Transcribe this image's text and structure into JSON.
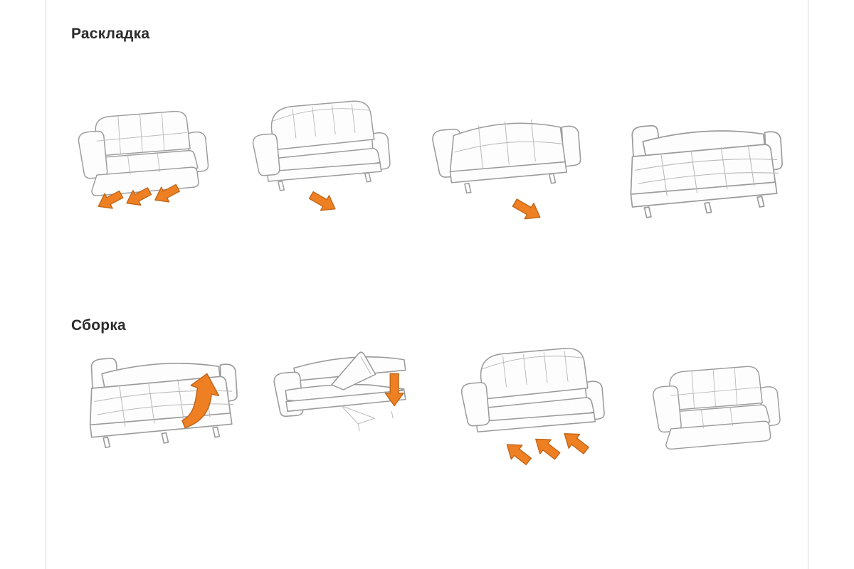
{
  "document": {
    "background": "#ffffff",
    "type": "sofa-bed-instruction-sheet"
  },
  "sections": [
    {
      "id": "unfold",
      "title": "Раскладка",
      "steps": [
        {
          "name": "pull-seat-base-out",
          "illustration": "closed-sofa-three-arrows-out"
        },
        {
          "name": "seat-base-extended",
          "illustration": "sofa-seat-pulled-forward-arrow-down-right"
        },
        {
          "name": "unfold-mattress",
          "illustration": "sofa-half-unfolded-arrow-down-right"
        },
        {
          "name": "bed-ready",
          "illustration": "flat-bed"
        }
      ]
    },
    {
      "id": "fold",
      "title": "Сборка",
      "steps": [
        {
          "name": "lift-mattress-edge",
          "illustration": "flat-bed-curved-arrow-up"
        },
        {
          "name": "fold-section-down",
          "illustration": "bed-folding-arrow-down"
        },
        {
          "name": "push-seat-base-in",
          "illustration": "sofa-three-arrows-in"
        },
        {
          "name": "sofa-assembled",
          "illustration": "closed-sofa"
        }
      ]
    }
  ],
  "colors": {
    "arrow_fill": "#ee8023",
    "arrow_outline": "#c2661a",
    "outline": "#9b9b9b",
    "upholstery_fill": "#fdfdfd",
    "edge_line": "#d9d9d9"
  }
}
